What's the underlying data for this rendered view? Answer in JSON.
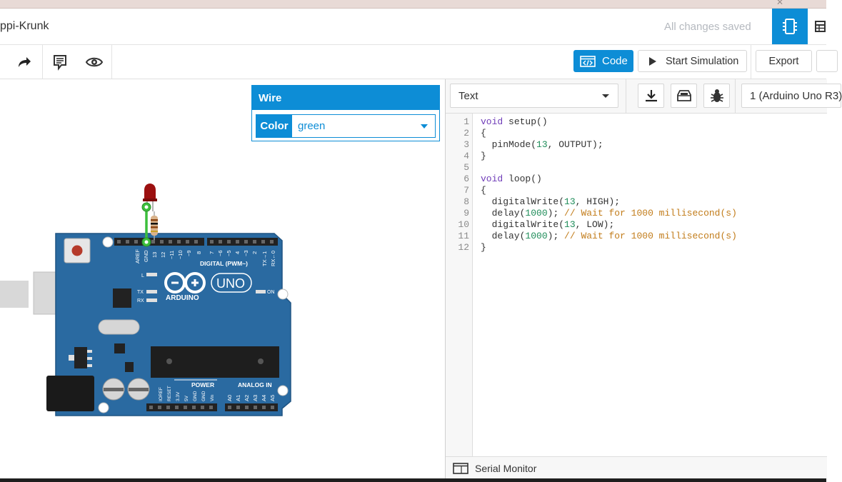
{
  "header": {
    "project_name": "ppi-Krunk",
    "save_status": "All changes saved"
  },
  "toolbar": {
    "code_label": "Code",
    "start_simulation_label": "Start Simulation",
    "export_label": "Export"
  },
  "wire_panel": {
    "title": "Wire",
    "color_label": "Color",
    "color_value": "green"
  },
  "board": {
    "brand": "ARDUINO",
    "model": "UNO",
    "digital_label": "DIGITAL (PWM~)",
    "power_label": "POWER",
    "analog_label": "ANALOG IN",
    "on_label": "ON",
    "l_label": "L",
    "tx_label": "TX",
    "rx_label": "RX",
    "top_pin_labels": [
      "AREF",
      "GND",
      "13",
      "12",
      "~11",
      "~10",
      "~9",
      "8",
      "7",
      "~6",
      "~5",
      "4",
      "~3",
      "2",
      "TX→1",
      "RX←0"
    ],
    "power_pin_labels": [
      "IOREF",
      "RESET",
      "3.3V",
      "5V",
      "GND",
      "GND",
      "Vin"
    ],
    "analog_pin_labels": [
      "A0",
      "A1",
      "A2",
      "A3",
      "A4",
      "A5"
    ]
  },
  "editor": {
    "mode": "Text",
    "device": "1 (Arduino Uno R3)",
    "line_numbers": [
      "1",
      "2",
      "3",
      "4",
      "5",
      "6",
      "7",
      "8",
      "9",
      "10",
      "11",
      "12"
    ],
    "serial_monitor_label": "Serial Monitor",
    "code_lines": [
      [
        {
          "t": "void",
          "c": "kw"
        },
        {
          "t": " setup()",
          "c": ""
        }
      ],
      [
        {
          "t": "{",
          "c": ""
        }
      ],
      [
        {
          "t": "  pinMode(",
          "c": ""
        },
        {
          "t": "13",
          "c": "num"
        },
        {
          "t": ", OUTPUT);",
          "c": ""
        }
      ],
      [
        {
          "t": "}",
          "c": ""
        }
      ],
      [
        {
          "t": "",
          "c": ""
        }
      ],
      [
        {
          "t": "void",
          "c": "kw"
        },
        {
          "t": " loop()",
          "c": ""
        }
      ],
      [
        {
          "t": "{",
          "c": ""
        }
      ],
      [
        {
          "t": "  digitalWrite(",
          "c": ""
        },
        {
          "t": "13",
          "c": "num"
        },
        {
          "t": ", HIGH);",
          "c": ""
        }
      ],
      [
        {
          "t": "  delay(",
          "c": ""
        },
        {
          "t": "1000",
          "c": "num"
        },
        {
          "t": "); ",
          "c": ""
        },
        {
          "t": "// Wait for 1000 millisecond(s)",
          "c": "cmt"
        }
      ],
      [
        {
          "t": "  digitalWrite(",
          "c": ""
        },
        {
          "t": "13",
          "c": "num"
        },
        {
          "t": ", LOW);",
          "c": ""
        }
      ],
      [
        {
          "t": "  delay(",
          "c": ""
        },
        {
          "t": "1000",
          "c": "num"
        },
        {
          "t": "); ",
          "c": ""
        },
        {
          "t": "// Wait for 1000 millisecond(s)",
          "c": "cmt"
        }
      ],
      [
        {
          "t": "}",
          "c": ""
        }
      ]
    ]
  },
  "colors": {
    "accent": "#0d8dd6",
    "board_blue": "#2a6aa1",
    "wire_green": "#3cbf3c",
    "led_red": "#b5121b"
  },
  "icons": [
    "redo-icon",
    "notes-icon",
    "eye-icon",
    "chip-icon",
    "table-icon",
    "code-window-icon",
    "play-icon",
    "download-icon",
    "upload-icon",
    "bug-icon",
    "serial-monitor-icon"
  ]
}
